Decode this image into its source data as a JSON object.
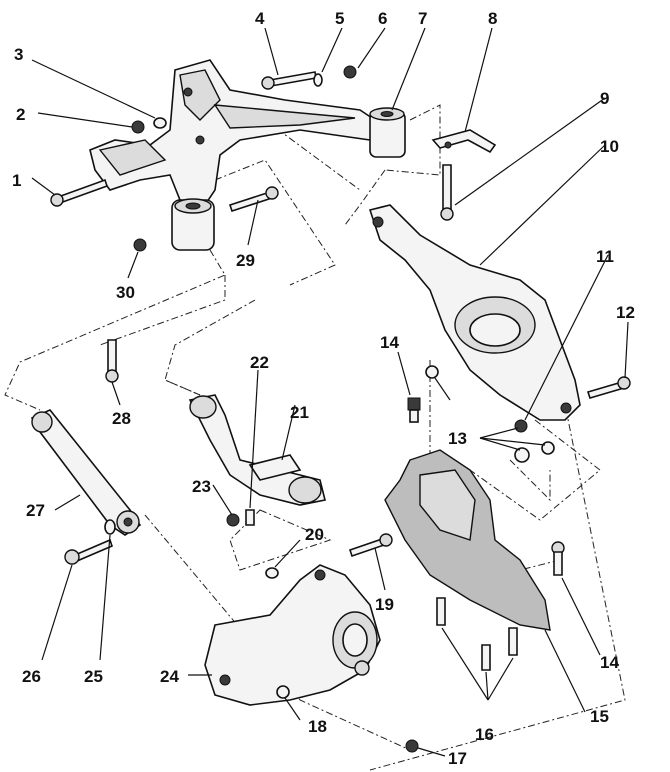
{
  "callouts": [
    {
      "id": "1",
      "text": "1"
    },
    {
      "id": "2",
      "text": "2"
    },
    {
      "id": "3",
      "text": "3"
    },
    {
      "id": "4",
      "text": "4"
    },
    {
      "id": "5",
      "text": "5"
    },
    {
      "id": "6",
      "text": "6"
    },
    {
      "id": "7",
      "text": "7"
    },
    {
      "id": "8",
      "text": "8"
    },
    {
      "id": "9",
      "text": "9"
    },
    {
      "id": "10",
      "text": "10"
    },
    {
      "id": "11",
      "text": "11"
    },
    {
      "id": "12",
      "text": "12"
    },
    {
      "id": "13",
      "text": "13"
    },
    {
      "id": "14a",
      "text": "14"
    },
    {
      "id": "14b",
      "text": "14"
    },
    {
      "id": "15",
      "text": "15"
    },
    {
      "id": "16",
      "text": "16"
    },
    {
      "id": "17",
      "text": "17"
    },
    {
      "id": "18",
      "text": "18"
    },
    {
      "id": "19",
      "text": "19"
    },
    {
      "id": "20",
      "text": "20"
    },
    {
      "id": "21",
      "text": "21"
    },
    {
      "id": "22",
      "text": "22"
    },
    {
      "id": "23",
      "text": "23"
    },
    {
      "id": "24",
      "text": "24"
    },
    {
      "id": "25",
      "text": "25"
    },
    {
      "id": "26",
      "text": "26"
    },
    {
      "id": "27",
      "text": "27"
    },
    {
      "id": "28",
      "text": "28"
    },
    {
      "id": "29",
      "text": "29"
    },
    {
      "id": "30",
      "text": "30"
    }
  ]
}
